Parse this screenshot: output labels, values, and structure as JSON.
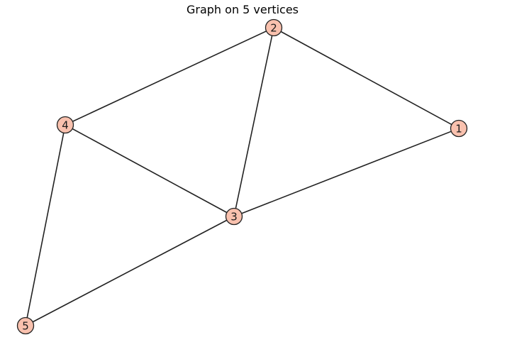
{
  "title": "Graph on 5 vertices",
  "colors": {
    "vertex_fill": "#f9c1ae",
    "vertex_stroke": "#222222",
    "edge": "#222222",
    "label": "#1a1a1a"
  },
  "vertices": [
    {
      "id": "1",
      "label": "1"
    },
    {
      "id": "2",
      "label": "2"
    },
    {
      "id": "3",
      "label": "3"
    },
    {
      "id": "4",
      "label": "4"
    },
    {
      "id": "5",
      "label": "5"
    }
  ],
  "edges": [
    [
      "2",
      "4"
    ],
    [
      "2",
      "3"
    ],
    [
      "2",
      "1"
    ],
    [
      "4",
      "3"
    ],
    [
      "4",
      "5"
    ],
    [
      "3",
      "1"
    ],
    [
      "3",
      "5"
    ]
  ]
}
